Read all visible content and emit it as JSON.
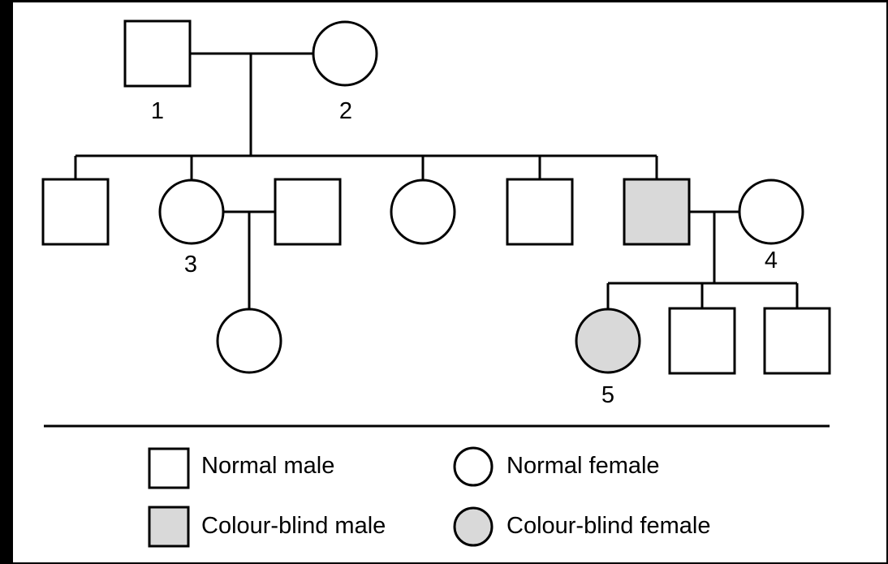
{
  "colors": {
    "background": "#ffffff",
    "frame": "#000000",
    "stroke": "#000000",
    "affected_fill": "#d9d9d9",
    "unaffected_fill": "#ffffff"
  },
  "individuals": {
    "i1": {
      "number": "1",
      "sex": "male",
      "affected": false
    },
    "i2": {
      "number": "2",
      "sex": "female",
      "affected": false
    },
    "c1": {
      "sex": "male",
      "affected": false
    },
    "i3": {
      "number": "3",
      "sex": "female",
      "affected": false
    },
    "sp3": {
      "sex": "male",
      "affected": false
    },
    "c3": {
      "sex": "female",
      "affected": false
    },
    "c4": {
      "sex": "male",
      "affected": false
    },
    "c5": {
      "sex": "male",
      "affected": true
    },
    "i4": {
      "number": "4",
      "sex": "female",
      "affected": false
    },
    "gc1": {
      "sex": "female",
      "affected": false
    },
    "i5": {
      "number": "5",
      "sex": "female",
      "affected": true
    },
    "gc2": {
      "sex": "male",
      "affected": false
    },
    "gc3": {
      "sex": "male",
      "affected": false
    }
  },
  "legend": {
    "normal_male": "Normal male",
    "normal_female": "Normal female",
    "colour_blind_male": "Colour-blind male",
    "colour_blind_female": "Colour-blind female"
  }
}
